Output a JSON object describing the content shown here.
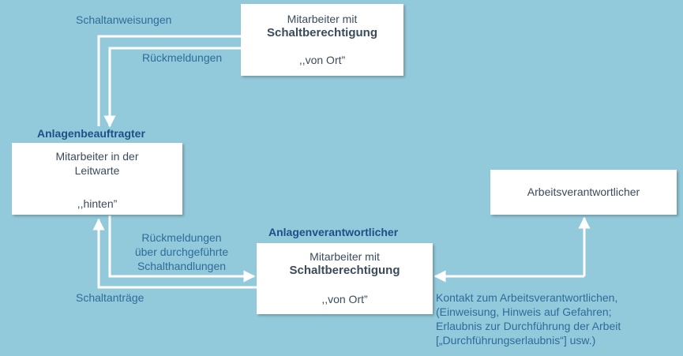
{
  "nodes": {
    "top": {
      "line1": "Mitarbeiter mit",
      "bold": "Schaltberechtigung",
      "location": ",,von Ort”"
    },
    "left": {
      "role": "Anlagenbeauftragter",
      "line1": "Mitarbeiter in der",
      "line2": "Leitwarte",
      "location": ",,hinten”"
    },
    "bottom": {
      "role": "Anlagenverantwortlicher",
      "line1": "Mitarbeiter mit",
      "bold": "Schaltberechtigung",
      "location": ",,von Ort”"
    },
    "right": {
      "line1": "Arbeitsverantwortlicher"
    }
  },
  "edges": {
    "schaltanweisungen": "Schaltanweisungen",
    "rueckmeldungen_top": "Rückmeldungen",
    "rueckmeldungen_bottom": [
      "Rückmeldungen",
      "über durchgeführte",
      "Schalthandlungen"
    ],
    "schaltantraege": "Schaltanträge",
    "kontakt": [
      "Kontakt zum Arbeitsverantwortlichen,",
      "(Einweisung, Hinweis auf Gefahren;",
      "Erlaubnis zur Durchführung der Arbeit",
      "[„Durchführungserlaubnis“] usw.)"
    ]
  },
  "colors": {
    "background": "#93cadb",
    "label": "#2f6b9a",
    "role": "#1f4f86"
  }
}
